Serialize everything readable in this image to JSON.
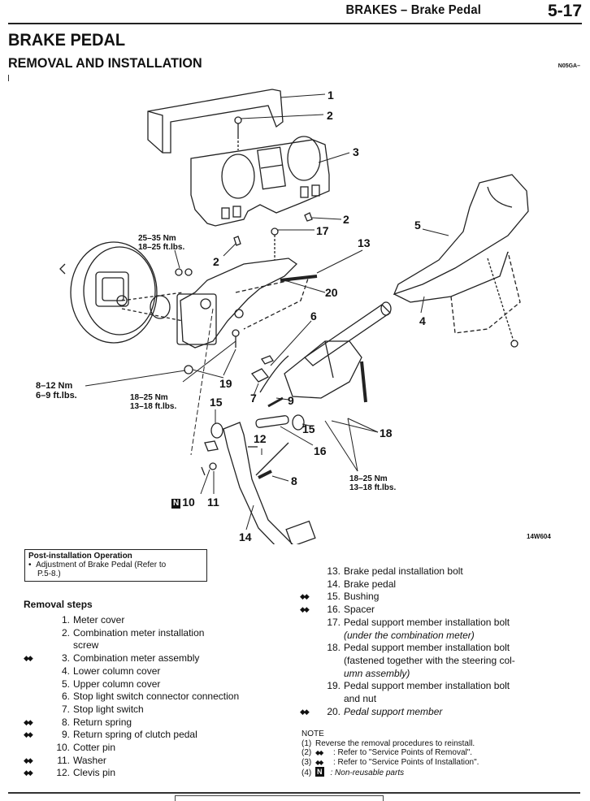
{
  "header": {
    "title": "BRAKES – Brake Pedal",
    "page": "5-17"
  },
  "section": {
    "title": "BRAKE PEDAL",
    "subtitle": "REMOVAL AND INSTALLATION",
    "code": "N05GA–"
  },
  "diagram": {
    "figure_id": "14W604",
    "callouts": [
      "1",
      "2",
      "3",
      "2",
      "17",
      "13",
      "5",
      "2",
      "20",
      "6",
      "4",
      "19",
      "7",
      "9",
      "15",
      "15",
      "18",
      "16",
      "12",
      "8",
      "10",
      "11",
      "14"
    ],
    "non_reusable_badge": "N",
    "torques": [
      {
        "nm": "25–35 Nm",
        "ftlbs": "18–25 ft.lbs."
      },
      {
        "nm": "8–12 Nm",
        "ftlbs": "6–9 ft.lbs."
      },
      {
        "nm": "18–25 Nm",
        "ftlbs": "13–18 ft.lbs."
      },
      {
        "nm": "18–25 Nm",
        "ftlbs": "13–18 ft.lbs."
      }
    ]
  },
  "post_installation": {
    "title": "Post-installation Operation",
    "bullet": "•",
    "item": "Adjustment of Brake Pedal (Refer to",
    "item_cont": "P.5-8.)"
  },
  "removal": {
    "heading": "Removal steps",
    "steps_left": [
      {
        "mark": "",
        "num": "1.",
        "text": "Meter cover",
        "cont": ""
      },
      {
        "mark": "",
        "num": "2.",
        "text": "Combination meter installation",
        "cont": "screw"
      },
      {
        "mark": "◆◆",
        "num": "3.",
        "text": "Combination meter assembly",
        "cont": ""
      },
      {
        "mark": "",
        "num": "4.",
        "text": "Lower column cover",
        "cont": ""
      },
      {
        "mark": "",
        "num": "5.",
        "text": "Upper column cover",
        "cont": ""
      },
      {
        "mark": "",
        "num": "6.",
        "text": "Stop light switch connector connection",
        "cont": ""
      },
      {
        "mark": "",
        "num": "7.",
        "text": "Stop light switch",
        "cont": ""
      },
      {
        "mark": "◆◆",
        "num": "8.",
        "text": "Return spring",
        "cont": ""
      },
      {
        "mark": "◆◆",
        "num": "9.",
        "text": "Return spring of clutch pedal",
        "cont": ""
      },
      {
        "mark": "",
        "num": "10.",
        "text": "Cotter pin",
        "cont": ""
      },
      {
        "mark": "◆◆",
        "num": "11.",
        "text": "Washer",
        "cont": ""
      },
      {
        "mark": "◆◆",
        "num": "12.",
        "text": "Clevis pin",
        "cont": ""
      }
    ],
    "steps_right": [
      {
        "mark": "",
        "num": "13.",
        "text": "Brake pedal installation bolt",
        "cont": "",
        "italic": false
      },
      {
        "mark": "",
        "num": "14.",
        "text": "Brake pedal",
        "cont": "",
        "italic": false
      },
      {
        "mark": "◆◆",
        "num": "15.",
        "text": "Bushing",
        "cont": "",
        "italic": false
      },
      {
        "mark": "◆◆",
        "num": "16.",
        "text": "Spacer",
        "cont": "",
        "italic": false
      },
      {
        "mark": "",
        "num": "17.",
        "text": "Pedal support member installation bolt",
        "cont": "(under the combination meter)",
        "italic": false
      },
      {
        "mark": "",
        "num": "18.",
        "text": "Pedal support member installation bolt",
        "cont": "(fastened together with the steering col-",
        "cont2": "umn assembly)",
        "italic": false
      },
      {
        "mark": "",
        "num": "19.",
        "text": "Pedal support member installation bolt",
        "cont": "and nut",
        "italic": false
      },
      {
        "mark": "◆◆",
        "num": "20.",
        "text": "Pedal support member",
        "cont": "",
        "italic": true
      }
    ]
  },
  "note": {
    "heading": "NOTE",
    "rows": [
      {
        "idx": "(1)",
        "sym": "",
        "text": "Reverse the removal procedures to reinstall."
      },
      {
        "idx": "(2)",
        "sym": "◆◆",
        "text": ":  Refer to \"Service Points of Removal\"."
      },
      {
        "idx": "(3)",
        "sym": "◆◆",
        "text": ":  Refer to \"Service Points of Installation\"."
      },
      {
        "idx": "(4)",
        "sym": "N",
        "text": ":  Non-reusable parts"
      }
    ]
  }
}
